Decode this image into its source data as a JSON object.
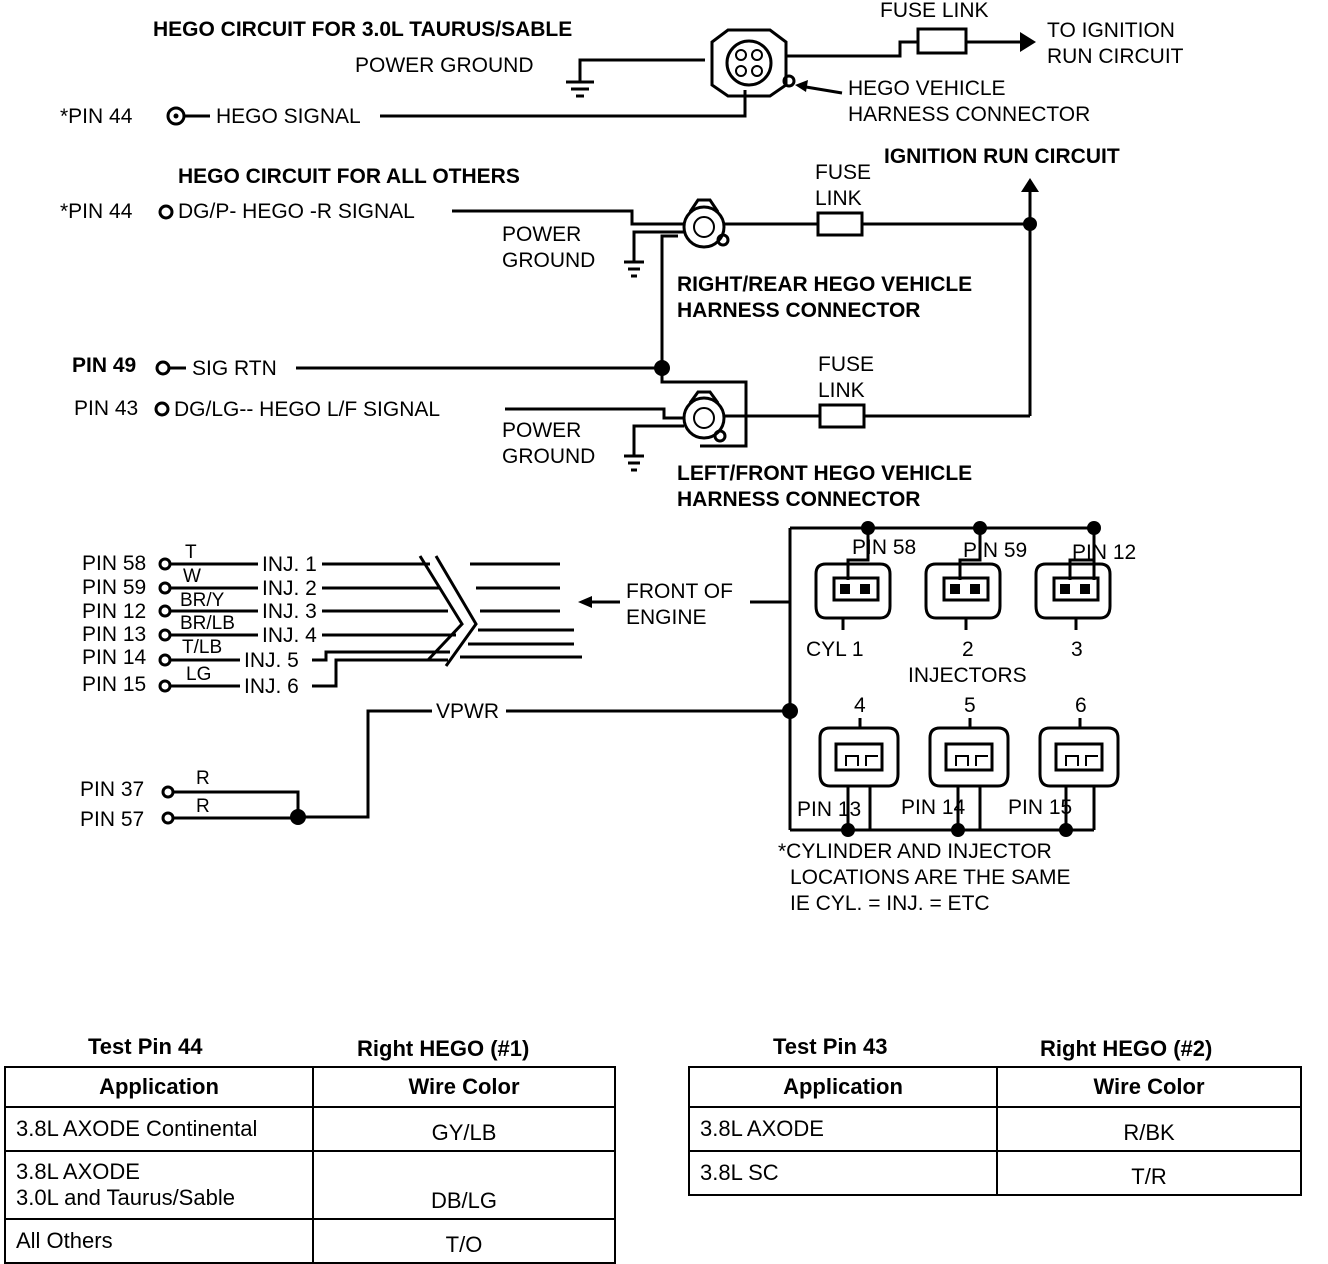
{
  "hego_30": {
    "title": "HEGO CIRCUIT FOR 3.0L TAURUS/SABLE",
    "power_ground": "POWER GROUND",
    "pin44": "*PIN 44",
    "signal": "HEGO SIGNAL",
    "fuse_link": "FUSE LINK",
    "to_ignition_1": "TO IGNITION",
    "to_ignition_2": "RUN CIRCUIT",
    "connector_1": "HEGO VEHICLE",
    "connector_2": "HARNESS CONNECTOR"
  },
  "hego_others": {
    "title": "HEGO CIRCUIT FOR ALL OTHERS",
    "pin44": "*PIN 44",
    "pin44_signal": "DG/P- HEGO -R SIGNAL",
    "power_1": "POWER",
    "ground_1": "GROUND",
    "fuse_1a": "FUSE",
    "fuse_1b": "LINK",
    "ignition_run": "IGNITION RUN CIRCUIT",
    "right_conn_1": "RIGHT/REAR HEGO VEHICLE",
    "right_conn_2": "HARNESS CONNECTOR",
    "pin49": "PIN 49",
    "sig_rtn": "SIG RTN",
    "fuse_2a": "FUSE",
    "fuse_2b": "LINK",
    "pin43": "PIN 43",
    "pin43_signal": "DG/LG-- HEGO L/F SIGNAL",
    "power_2": "POWER",
    "ground_2": "GROUND",
    "left_conn_1": "LEFT/FRONT HEGO VEHICLE",
    "left_conn_2": "HARNESS CONNECTOR"
  },
  "injectors": {
    "rows": [
      {
        "pin": "PIN 58",
        "color": "T",
        "inj": "INJ. 1"
      },
      {
        "pin": "PIN 59",
        "color": "W",
        "inj": "INJ. 2"
      },
      {
        "pin": "PIN 12",
        "color": "BR/Y",
        "inj": "INJ. 3"
      },
      {
        "pin": "PIN 13",
        "color": "BR/LB",
        "inj": "INJ. 4"
      },
      {
        "pin": "PIN 14",
        "color": "T/LB",
        "inj": "INJ. 5"
      },
      {
        "pin": "PIN 15",
        "color": "LG",
        "inj": "INJ. 6"
      }
    ],
    "front_1": "FRONT OF",
    "front_2": "ENGINE",
    "vpwr": "VPWR",
    "pin37": "PIN 37",
    "pin57": "PIN 57",
    "r1": "R",
    "r2": "R",
    "top_pins": [
      "PIN 58",
      "PIN 59",
      "PIN 12"
    ],
    "bottom_pins": [
      "PIN 13",
      "PIN 14",
      "PIN 15"
    ],
    "cyl1": "CYL 1",
    "cyl2": "2",
    "cyl3": "3",
    "cyl4": "4",
    "cyl5": "5",
    "cyl6": "6",
    "injectors_label": "INJECTORS",
    "note_1": "*CYLINDER AND INJECTOR",
    "note_2": "LOCATIONS ARE THE SAME",
    "note_3": "IE CYL. = INJ. = ETC"
  },
  "table1": {
    "caption_left": "Test  Pin  44",
    "caption_right": "Right HEGO (#1)",
    "header": [
      "Application",
      "Wire  Color"
    ],
    "rows": [
      {
        "app": "3.8L  AXODE  Continental",
        "color": "GY/LB"
      },
      {
        "app_line1": "3.8L  AXODE",
        "app_line2": "3.0L and Taurus/Sable",
        "color": "DB/LG"
      },
      {
        "app": "All  Others",
        "color": "T/O"
      }
    ]
  },
  "table2": {
    "caption_left": "Test  Pin  43",
    "caption_right": "Right HEGO (#2)",
    "header": [
      "Application",
      "Wire  Color"
    ],
    "rows": [
      {
        "app": "3.8L  AXODE",
        "color": "R/BK"
      },
      {
        "app": "3.8L  SC",
        "color": "T/R"
      }
    ]
  }
}
